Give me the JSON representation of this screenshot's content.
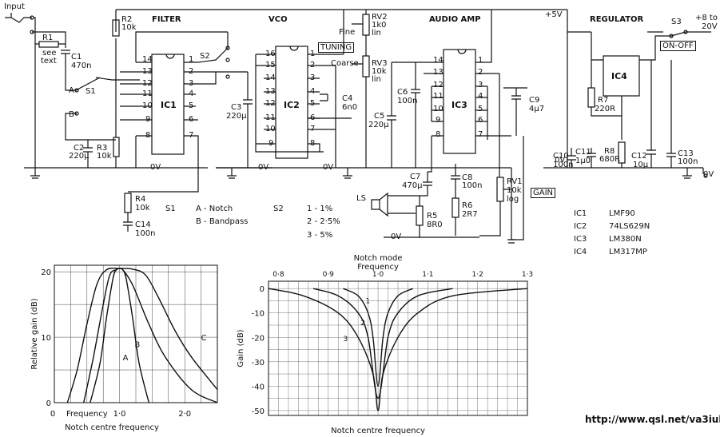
{
  "sections": {
    "filter": "FILTER",
    "vco": "VCO",
    "audio_amp": "AUDIO AMP",
    "regulator": "REGULATOR"
  },
  "input_label": "Input",
  "supply": {
    "plus5": "+5V",
    "plus8": "+8 to",
    "plus8b": "20V",
    "zero": "0V",
    "zero_right": "0V"
  },
  "switch_tags": {
    "s1": "S1",
    "s2": "S2",
    "s3": "S3",
    "a": "A",
    "b": "B"
  },
  "boxes": {
    "tuning": "TUNING",
    "on_off": "ON-OFF",
    "gain": "GAIN"
  },
  "components": {
    "r1": "R1",
    "r1v": "see",
    "r1v2": "text",
    "c1": "C1",
    "c1v": "470n",
    "r2": "R2",
    "r2v": "10k",
    "c2": "C2",
    "c2v": "220µ",
    "r3": "R3",
    "r3v": "10k",
    "r4": "R4",
    "r4v": "10k",
    "c14": "C14",
    "c14v": "100n",
    "c3": "C3",
    "c3v": "220µ",
    "c4": "C4",
    "c4v": "6n0",
    "rv2": "RV2",
    "rv2v": "1k0",
    "rv2t": "lin",
    "fine": "Fine",
    "rv3": "RV3",
    "rv3v": "10k",
    "rv3t": "lin",
    "coarse": "Coarse",
    "c5": "C5",
    "c5v": "220µ",
    "c6": "C6",
    "c6v": "100n",
    "c7": "C7",
    "c7v": "470µ",
    "c8": "C8",
    "c8v": "100n",
    "c9": "C9",
    "c9v": "4µ7",
    "r5": "R5",
    "r5v": "8R0",
    "r6": "R6",
    "r6v": "2R7",
    "rv1": "RV1",
    "rv1v": "10k",
    "rv1t": "log",
    "ls": "LS",
    "r7": "R7",
    "r7v": "220R",
    "r8": "R8",
    "r8v": "680R",
    "c10": "C10",
    "c10v": "100n",
    "c11": "C11",
    "c11v": "1µ0",
    "c12": "C12",
    "c12v": "10µ",
    "c13": "C13",
    "c13v": "100n"
  },
  "ics": {
    "ic1": "IC1",
    "ic2": "IC2",
    "ic3": "IC3",
    "ic4": "IC4"
  },
  "ic1_pins_left": [
    "14",
    "13",
    "12",
    "11",
    "10",
    "9",
    "8"
  ],
  "ic1_pins_right": [
    "1",
    "2",
    "3",
    "4",
    "5",
    "6",
    "7"
  ],
  "ic2_pins_left": [
    "16",
    "15",
    "14",
    "13",
    "12",
    "11",
    "10",
    "9"
  ],
  "ic2_pins_right": [
    "1",
    "2",
    "3",
    "4",
    "5",
    "6",
    "7",
    "8"
  ],
  "ic3_pins_left": [
    "14",
    "13",
    "12",
    "11",
    "10",
    "9",
    "8"
  ],
  "ic3_pins_right": [
    "1",
    "2",
    "3",
    "4",
    "5",
    "6",
    "7"
  ],
  "zero_volts": "0V",
  "legend": {
    "s1_title": "S1",
    "s1_a": "A - Notch",
    "s1_b": "B - Bandpass",
    "s2_title": "S2",
    "s2_1": "1 - 1%",
    "s2_2": "2 - 2·5%",
    "s2_3": "3 - 5%"
  },
  "ic_list": [
    {
      "ic": "IC1",
      "part": "LMF90"
    },
    {
      "ic": "IC2",
      "part": "74LS629N"
    },
    {
      "ic": "IC3",
      "part": "LM380N"
    },
    {
      "ic": "IC4",
      "part": "LM317MP"
    }
  ],
  "url": "http://www.qsl.net/va3iul",
  "chart_data": [
    {
      "type": "line",
      "title": "",
      "ylabel": "Relative gain (dB)",
      "xlabel": "Notch centre frequency",
      "x_ticks": [
        "0",
        "Frequency",
        "1·0",
        "2·0"
      ],
      "y_ticks": [
        "20",
        "10",
        "0"
      ],
      "xlim": [
        0,
        2.5
      ],
      "ylim": [
        0,
        21
      ],
      "grid": true,
      "series": [
        {
          "name": "A",
          "x": [
            0.55,
            0.7,
            0.8,
            0.9,
            0.95,
            1.0,
            1.05,
            1.1,
            1.2,
            1.3,
            1.45
          ],
          "y": [
            0,
            6,
            13,
            19,
            20.3,
            20.5,
            20.3,
            19,
            13,
            6,
            0
          ]
        },
        {
          "name": "B",
          "x": [
            0.45,
            0.6,
            0.75,
            0.85,
            0.95,
            1.0,
            1.05,
            1.2,
            1.45,
            1.7,
            2.1,
            2.5
          ],
          "y": [
            0,
            7,
            15,
            19.5,
            20.3,
            20.5,
            20.3,
            18,
            12,
            7,
            2,
            0
          ]
        },
        {
          "name": "C",
          "x": [
            0.2,
            0.35,
            0.5,
            0.65,
            0.8,
            1.0,
            1.2,
            1.4,
            1.6,
            1.85,
            2.1,
            2.5
          ],
          "y": [
            0,
            5,
            12,
            18,
            20.3,
            20.5,
            20.4,
            19.5,
            16,
            11,
            7,
            2
          ]
        }
      ]
    },
    {
      "type": "line",
      "title": "Notch mode",
      "top_xlabel": "Frequency",
      "xlabel": "Notch centre frequency",
      "ylabel": "Gain (dB)",
      "x_ticks": [
        "0·8",
        "0·9",
        "1·0",
        "1·1",
        "1·2",
        "1·3"
      ],
      "y_ticks": [
        "0",
        "-10",
        "-20",
        "-30",
        "-40",
        "-50"
      ],
      "xlim": [
        0.78,
        1.3
      ],
      "ylim": [
        -52,
        3
      ],
      "grid": true,
      "series": [
        {
          "name": "1",
          "x": [
            0.93,
            0.96,
            0.98,
            0.99,
            1.0,
            1.01,
            1.02,
            1.04,
            1.07
          ],
          "y": [
            0,
            -3,
            -10,
            -20,
            -40,
            -20,
            -10,
            -3,
            0
          ]
        },
        {
          "name": "2",
          "x": [
            0.87,
            0.92,
            0.96,
            0.98,
            1.0,
            1.02,
            1.04,
            1.08,
            1.15
          ],
          "y": [
            0,
            -3,
            -10,
            -20,
            -45,
            -20,
            -10,
            -3,
            0
          ]
        },
        {
          "name": "3",
          "x": [
            0.78,
            0.85,
            0.92,
            0.96,
            0.99,
            1.0,
            1.01,
            1.04,
            1.08,
            1.15,
            1.3
          ],
          "y": [
            0,
            -3,
            -10,
            -20,
            -35,
            -50,
            -35,
            -20,
            -10,
            -3,
            0
          ]
        }
      ]
    }
  ]
}
